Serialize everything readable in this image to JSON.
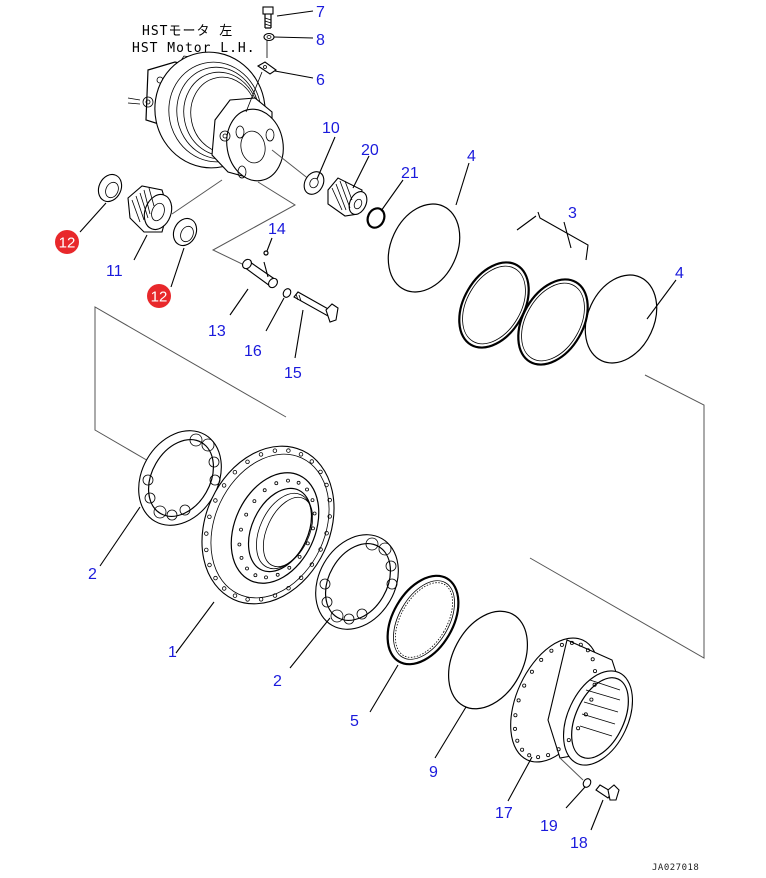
{
  "title": {
    "line_jp": "HSTモータ 左",
    "line_en": "HST Motor L.H."
  },
  "callouts": {
    "p1": "1",
    "p2a": "2",
    "p2b": "2",
    "p3": "3",
    "p4a": "4",
    "p4b": "4",
    "p5": "5",
    "p6": "6",
    "p7": "7",
    "p8": "8",
    "p9": "9",
    "p10": "10",
    "p11": "11",
    "p12a": "12",
    "p12b": "12",
    "p13": "13",
    "p14": "14",
    "p15": "15",
    "p16": "16",
    "p17": "17",
    "p18": "18",
    "p19": "19",
    "p20": "20",
    "p21": "21"
  },
  "colors": {
    "callout": "#1a1adc",
    "highlight_badge": "#e8282b",
    "line": "#000000"
  },
  "drawing_code": "JA027018"
}
